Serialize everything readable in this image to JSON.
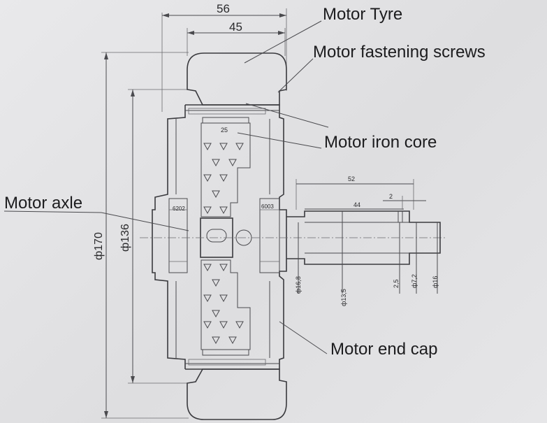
{
  "labels": {
    "motor_tyre": "Motor Tyre",
    "motor_fastening_screws": "Motor fastening screws",
    "motor_iron_core": "Motor iron core",
    "motor_axle": "Motor axle",
    "motor_end_cap": "Motor end cap"
  },
  "dimensions": {
    "width_56": "56",
    "width_45": "45",
    "core_25": "25",
    "len_52": "52",
    "len_44": "44",
    "gap_2": "2",
    "dia_170": "ф170",
    "dia_136": "ф136",
    "dia_16_8": "ф16,8",
    "dia_13_5": "ф13,5",
    "len_2_5": "2,5",
    "dia_7_2": "ф7,2",
    "dia_16": "ф16"
  },
  "bearings": {
    "left": "6202",
    "right": "6003"
  }
}
